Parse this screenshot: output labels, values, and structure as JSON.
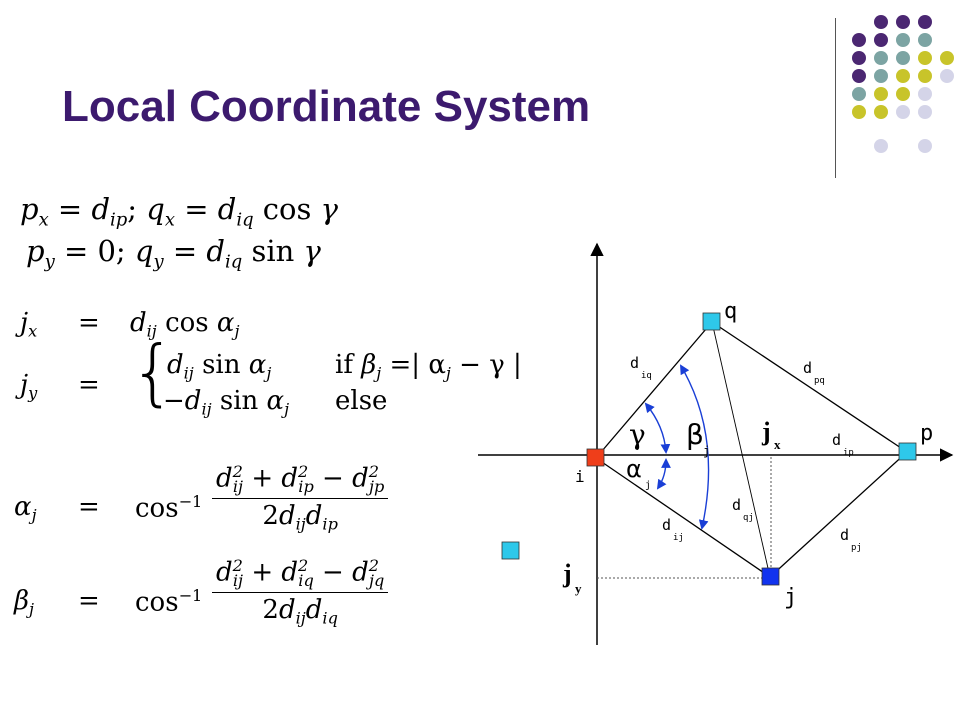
{
  "title": "Local Coordinate System",
  "colors": {
    "title": "#3c1a6e",
    "dot_purple": "#4b2772",
    "dot_teal": "#7ca4a3",
    "dot_olive": "#c8c42a",
    "dot_lavender": "#d4d4e8",
    "node_i": "#ef3e1a",
    "node_j": "#1133ee",
    "node_pq": "#2ec8ea",
    "arc": "#1a3fd6"
  },
  "equations": {
    "line1": {
      "px": "p",
      "x": "x",
      "eq": " = ",
      "d": "d",
      "ip": "ip",
      "sep": "; ",
      "qx": "q",
      "eq2": " = ",
      "d2": "d",
      "iq": "iq",
      "cos": " cos ",
      "gamma": "γ"
    },
    "line2": {
      "py": "p",
      "y": "y",
      "eq": " = 0; ",
      "qy": "q",
      "eq2": " = ",
      "d": "d",
      "iq": "iq",
      "sin": " sin ",
      "gamma": "γ"
    },
    "jx": {
      "j": "j",
      "x": "x",
      "eq": "=",
      "d": "d",
      "ij": "ij",
      "cos": " cos ",
      "alpha": "α",
      "sub": "j"
    },
    "jy": {
      "j": "j",
      "y": "y",
      "eq": "=",
      "brace": "{",
      "row1": {
        "d": "d",
        "ij": "ij",
        "sin": " sin ",
        "alpha": "α",
        "sub": "j",
        "if": "if",
        "beta": "β",
        "bsub": "j",
        "cond": " =| α",
        "csub": "j",
        "tail": " − γ |"
      },
      "row2": {
        "minus": "−",
        "d": "d",
        "ij": "ij",
        "sin": " sin ",
        "alpha": "α",
        "sub": "j",
        "else": "else"
      }
    },
    "alpha_eq": {
      "lhs": "α",
      "sub": "j",
      "eq": "=",
      "acos": "cos",
      "inv": "−1",
      "num": {
        "d1": "d",
        "s1": "ij",
        "p1": "2",
        "plus": " + ",
        "d2": "d",
        "s2": "ip",
        "p2": "2",
        "minus": " − ",
        "d3": "d",
        "s3": "jp",
        "p3": "2"
      },
      "den": {
        "two": "2",
        "d1": "d",
        "s1": "ij",
        "d2": "d",
        "s2": "ip"
      }
    },
    "beta_eq": {
      "lhs": "β",
      "sub": "j",
      "eq": "=",
      "acos": "cos",
      "inv": "−1",
      "num": {
        "d1": "d",
        "s1": "ij",
        "p1": "2",
        "plus": " + ",
        "d2": "d",
        "s2": "iq",
        "p2": "2",
        "minus": " − ",
        "d3": "d",
        "s3": "jq",
        "p3": "2"
      },
      "den": {
        "two": "2",
        "d1": "d",
        "s1": "ij",
        "d2": "d",
        "s2": "iq"
      }
    }
  },
  "diagram": {
    "node_labels": {
      "q": "q",
      "p": "p",
      "j": "j",
      "i": "i"
    },
    "angle_labels": {
      "gamma": "γ",
      "beta": "β",
      "beta_sub": "j",
      "alpha": "α",
      "alpha_sub": "j"
    },
    "edge_labels": {
      "d_iq": {
        "d": "d",
        "sub": "iq"
      },
      "d_pq": {
        "d": "d",
        "sub": "pq"
      },
      "d_ip": {
        "d": "d",
        "sub": "ip"
      },
      "d_qj": {
        "d": "d",
        "sub": "qj"
      },
      "d_ij": {
        "d": "d",
        "sub": "ij"
      },
      "d_pj": {
        "d": "d",
        "sub": "pj"
      }
    },
    "proj_labels": {
      "jx": "j",
      "jx_sub": "x",
      "jy": "j",
      "jy_sub": "y"
    }
  }
}
